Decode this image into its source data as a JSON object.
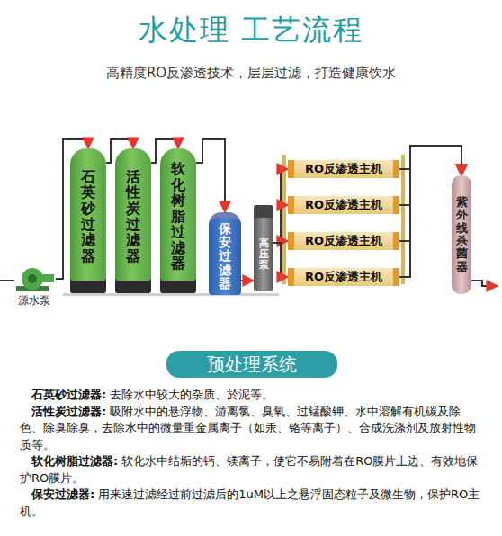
{
  "diagram": {
    "title": "水处理 工艺流程",
    "nodes": [
      {
        "text": [
          "源水泵"
        ]
      },
      {
        "text": [
          "石英砂过滤器"
        ]
      },
      {
        "text": [
          "活性炭过滤器"
        ]
      },
      {
        "text": [
          "软化树脂过滤器"
        ]
      },
      {
        "text": [
          "保安过滤器"
        ]
      },
      {
        "text": [
          "高压泵"
        ]
      },
      {
        "text": [
          "RO反渗透主机"
        ]
      },
      {
        "text": [
          "RO反渗透主机"
        ]
      },
      {
        "text": [
          "RO反渗透主机"
        ]
      },
      {
        "text": [
          "RO反渗透主机"
        ]
      },
      {
        "text": [
          "紫外线杀菌器"
        ]
      },
      {
        "text": [
          "预处理系统"
        ]
      }
    ],
    "edges": [
      {
        "from": 0,
        "to": 1,
        "arrow": "to"
      },
      {
        "from": 1,
        "to": 2,
        "arrow": "to"
      },
      {
        "from": 2,
        "to": 3,
        "arrow": "to"
      },
      {
        "from": 3,
        "to": 4,
        "arrow": "to"
      },
      {
        "from": 4,
        "to": 5,
        "arrow": "to"
      },
      {
        "from": 5,
        "to": 6,
        "arrow": "to"
      },
      {
        "from": 5,
        "to": 7,
        "arrow": "to"
      },
      {
        "from": 5,
        "to": 8,
        "arrow": "to"
      },
      {
        "from": 5,
        "to": 9,
        "arrow": "to"
      },
      {
        "from": 6,
        "to": 10,
        "arrow": "to"
      },
      {
        "from": 7,
        "to": 10,
        "arrow": "to"
      },
      {
        "from": 8,
        "to": 10,
        "arrow": "to"
      },
      {
        "from": 9,
        "to": 10,
        "arrow": "to"
      }
    ],
    "labels": [
      "高精度RO反渗透技术，层层过滤，打造健康饮水",
      "石英砂过滤器:",
      "去除水中较大的杂质、於泥等。",
      "活性炭过滤器:",
      "吸附水中的悬浮物、游离氯、臭氧、过锰酸钾、水中溶解有机碳及除色、除臭除臭，去除水中的微量重金属离子（如汞、铬等离子）、合成洗涤剂及放射性物质等。",
      "软化树脂过滤器:",
      "软化水中结垢的钙、镁离子，使它不易附着在RO膜片上边、有效地保护RO膜片。",
      "保安过滤器:",
      "用来速过滤经过前过滤后的1uM以上之悬浮固态粒子及微生物，保护RO主机。"
    ]
  }
}
